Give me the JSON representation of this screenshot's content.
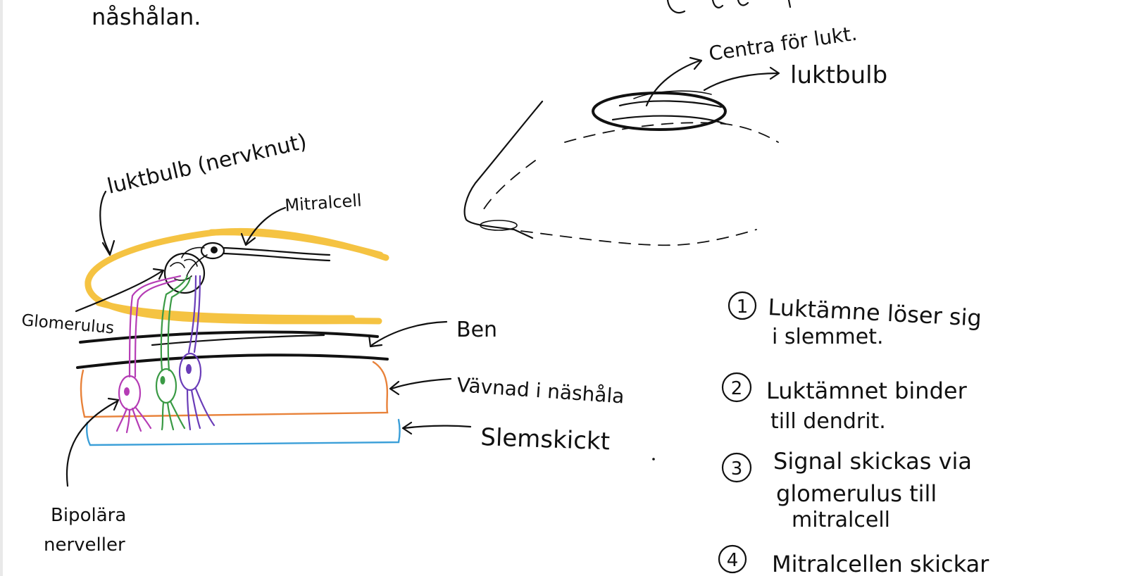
{
  "header": {
    "fragment_text": "nåshålan."
  },
  "left_diagram": {
    "label_bulb": "luktbulb (nervknut)",
    "label_mitral": "Mitralcell",
    "label_glomerulus": "Glomerulus",
    "label_ben": "Ben",
    "label_tissue": "Vävnad i näshåla",
    "label_mucus": "Slemskickt",
    "label_bipolar_line1": "Bipolära",
    "label_bipolar_line2": "nerveller"
  },
  "right_diagram": {
    "label_centra": "Centra för lukt.",
    "label_bulb": "luktbulb"
  },
  "steps": [
    {
      "number": "1",
      "line1": "Luktämne löser sig",
      "line2": "i slemmet."
    },
    {
      "number": "2",
      "line1": "Luktämnet binder",
      "line2": "till dendrit."
    },
    {
      "number": "3",
      "line1": "Signal skickas via",
      "line2": "glomerulus till",
      "line3": "mitralcell"
    },
    {
      "number": "4",
      "line1": "Mitralcellen skickar"
    }
  ],
  "colors": {
    "bulb": "#f5c342",
    "tissue": "#e8823a",
    "mucus": "#3b9fd8",
    "neuron_1": "#b53cb5",
    "neuron_2": "#3a9a45",
    "neuron_3": "#6a3db8"
  }
}
